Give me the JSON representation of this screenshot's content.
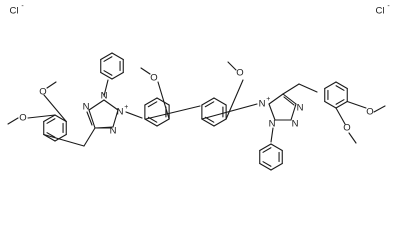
{
  "structure": {
    "counterions": [
      "Cl",
      "Cl"
    ],
    "counterion_charge": "-",
    "cation_charge": "+",
    "atoms": {
      "oxygen": "O",
      "nitrogen": "N"
    },
    "groups": {
      "methoxy": "O"
    },
    "icons": {
      "structure": "chemical-structure-drawing",
      "benzene_ring": "hexagon",
      "tetrazolium_ring": "pentagon"
    }
  }
}
